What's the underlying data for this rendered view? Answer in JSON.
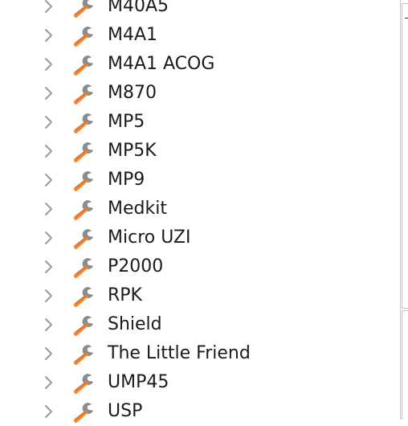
{
  "tree": {
    "items": [
      {
        "label": "M40A5",
        "icon": "wrench-icon"
      },
      {
        "label": "M4A1",
        "icon": "wrench-icon"
      },
      {
        "label": "M4A1 ACOG",
        "icon": "wrench-icon"
      },
      {
        "label": "M870",
        "icon": "wrench-icon"
      },
      {
        "label": "MP5",
        "icon": "wrench-icon"
      },
      {
        "label": "MP5K",
        "icon": "wrench-icon"
      },
      {
        "label": "MP9",
        "icon": "wrench-icon"
      },
      {
        "label": "Medkit",
        "icon": "wrench-icon"
      },
      {
        "label": "Micro UZI",
        "icon": "wrench-icon"
      },
      {
        "label": "P2000",
        "icon": "wrench-icon"
      },
      {
        "label": "RPK",
        "icon": "wrench-icon"
      },
      {
        "label": "Shield",
        "icon": "wrench-icon"
      },
      {
        "label": "The Little Friend",
        "icon": "wrench-icon"
      },
      {
        "label": "UMP45",
        "icon": "wrench-icon"
      },
      {
        "label": "USP",
        "icon": "wrench-icon"
      }
    ]
  },
  "colors": {
    "wrench_orange": "#f0883a",
    "wrench_grey": "#8c8c8c",
    "chevron": "#9a9a9a",
    "text": "#1b1b1b"
  }
}
